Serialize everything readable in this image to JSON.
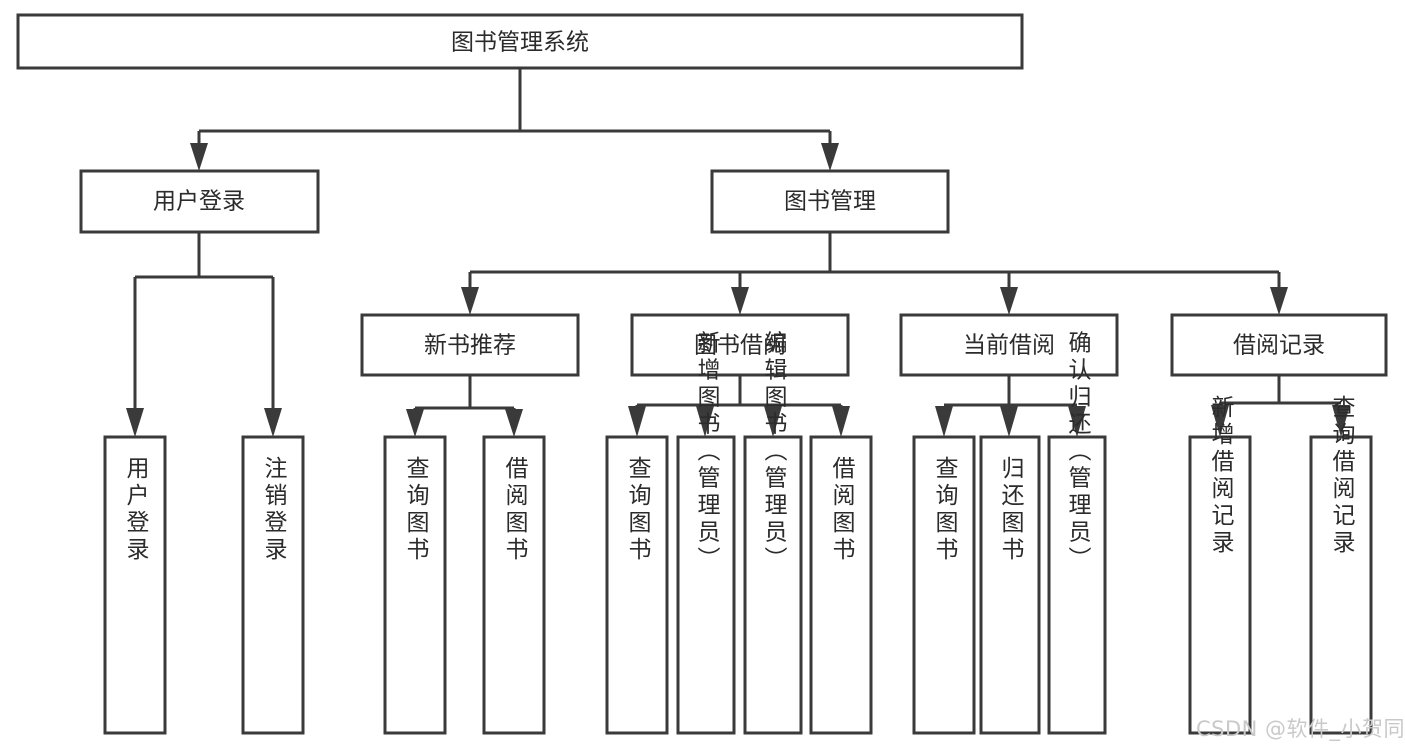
{
  "diagram": {
    "type": "tree-hierarchy",
    "title": "图书管理系统",
    "root": {
      "id": "root",
      "label": "图书管理系统"
    },
    "level2": [
      {
        "id": "user-login",
        "label": "用户登录"
      },
      {
        "id": "book-manage",
        "label": "图书管理"
      }
    ],
    "level3": [
      {
        "id": "new-book-rec",
        "label": "新书推荐",
        "parent": "book-manage"
      },
      {
        "id": "book-borrow",
        "label": "图书借阅",
        "parent": "book-manage"
      },
      {
        "id": "current-borrow",
        "label": "当前借阅",
        "parent": "book-manage"
      },
      {
        "id": "borrow-record",
        "label": "借阅记录",
        "parent": "book-manage"
      }
    ],
    "leaves": [
      {
        "id": "leaf-user-login",
        "label": "用户登录",
        "parent": "user-login"
      },
      {
        "id": "leaf-user-logout",
        "label": "注销登录",
        "parent": "user-login"
      },
      {
        "id": "leaf-query-book-1",
        "label": "查询图书",
        "parent": "new-book-rec"
      },
      {
        "id": "leaf-borrow-book-1",
        "label": "借阅图书",
        "parent": "new-book-rec"
      },
      {
        "id": "leaf-query-book-2",
        "label": "查询图书",
        "parent": "book-borrow"
      },
      {
        "id": "leaf-add-book",
        "label": "新增图书（管理员）",
        "parent": "book-borrow"
      },
      {
        "id": "leaf-edit-book",
        "label": "编辑图书（管理员）",
        "parent": "book-borrow"
      },
      {
        "id": "leaf-borrow-book-2",
        "label": "借阅图书",
        "parent": "book-borrow"
      },
      {
        "id": "leaf-query-book-3",
        "label": "查询图书",
        "parent": "current-borrow"
      },
      {
        "id": "leaf-return-book",
        "label": "归还图书",
        "parent": "current-borrow"
      },
      {
        "id": "leaf-confirm-return",
        "label": "确认归还（管理员）",
        "parent": "current-borrow"
      },
      {
        "id": "leaf-add-record",
        "label": "新增借阅记录",
        "parent": "borrow-record"
      },
      {
        "id": "leaf-query-record",
        "label": "查询借阅记录",
        "parent": "borrow-record"
      }
    ]
  },
  "watermark": {
    "text": "CSDN @软件_小贺同学"
  },
  "colors": {
    "stroke": "#3a3a3a",
    "box_fill": "#ffffff",
    "text": "#2b2b2b",
    "watermark": "#c9c9c9",
    "background": "#ffffff"
  }
}
